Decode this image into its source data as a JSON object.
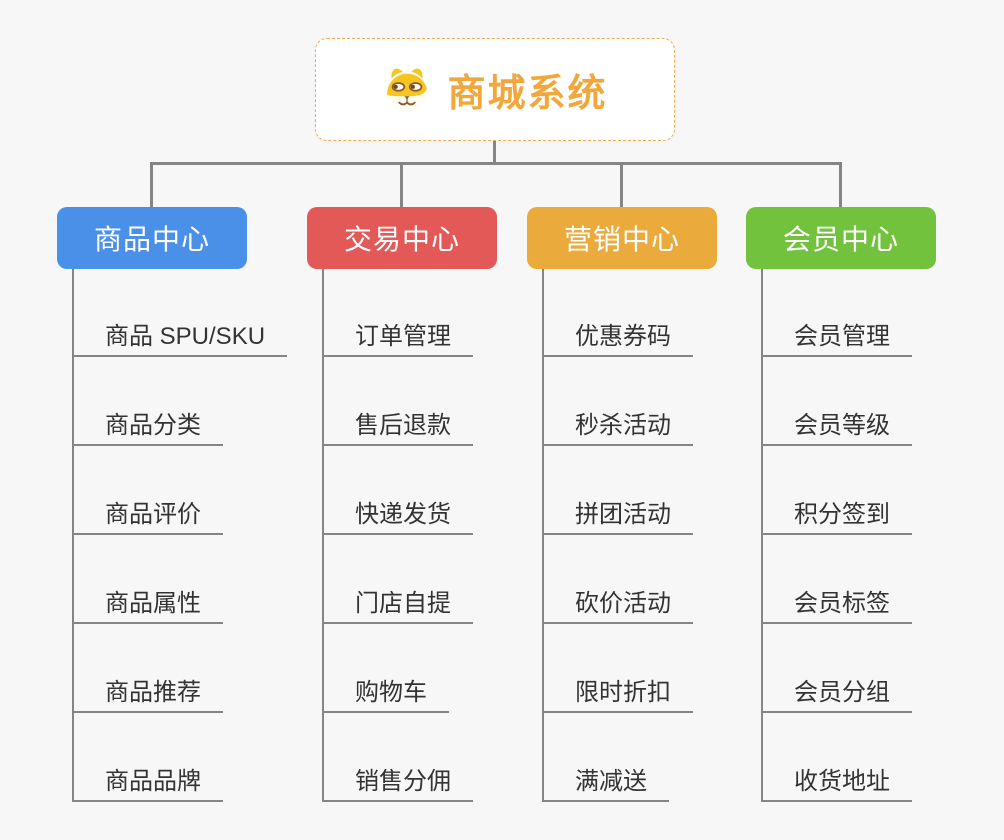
{
  "root": {
    "title": "商城系统",
    "icon": "doge-icon"
  },
  "branches": [
    {
      "id": "products",
      "label": "商品中心",
      "color": "#4a90e8",
      "items": [
        "商品 SPU/SKU",
        "商品分类",
        "商品评价",
        "商品属性",
        "商品推荐",
        "商品品牌"
      ]
    },
    {
      "id": "trade",
      "label": "交易中心",
      "color": "#e25958",
      "items": [
        "订单管理",
        "售后退款",
        "快递发货",
        "门店自提",
        "购物车",
        "销售分佣"
      ]
    },
    {
      "id": "marketing",
      "label": "营销中心",
      "color": "#ebaa3c",
      "items": [
        "优惠券码",
        "秒杀活动",
        "拼团活动",
        "砍价活动",
        "限时折扣",
        "满减送"
      ]
    },
    {
      "id": "members",
      "label": "会员中心",
      "color": "#72c23e",
      "items": [
        "会员管理",
        "会员等级",
        "积分签到",
        "会员标签",
        "会员分组",
        "收货地址"
      ]
    }
  ],
  "colors": {
    "background": "#f7f7f7",
    "connector_line": "#858585",
    "root_text": "#f2a73d",
    "root_border": "#eead55",
    "leaf_text": "#333333"
  }
}
